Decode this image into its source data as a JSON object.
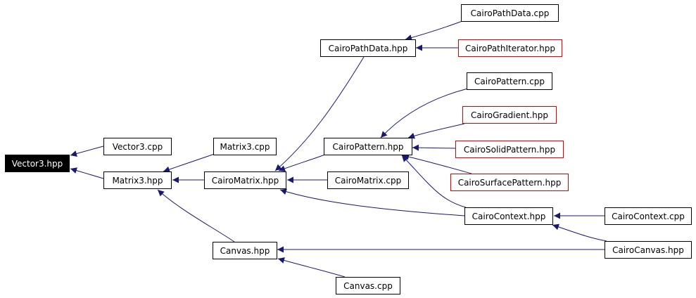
{
  "colors": {
    "edge": "#191970",
    "linked_border": "#000000",
    "unlinked_border": "#e00000",
    "root_fill": "#000000",
    "root_text": "#ffffff"
  },
  "nodes": {
    "vector3_hpp": "Vector3.hpp",
    "vector3_cpp": "Vector3.cpp",
    "matrix3_hpp": "Matrix3.hpp",
    "matrix3_cpp": "Matrix3.cpp",
    "cairomatrix_hpp": "CairoMatrix.hpp",
    "cairomatrix_cpp": "CairoMatrix.cpp",
    "canvas_hpp": "Canvas.hpp",
    "canvas_cpp": "Canvas.cpp",
    "cairopathdata_hpp": "CairoPathData.hpp",
    "cairopathdata_cpp": "CairoPathData.cpp",
    "cairopathiterator_hpp": "CairoPathIterator.hpp",
    "cairopattern_hpp": "CairoPattern.hpp",
    "cairopattern_cpp": "CairoPattern.cpp",
    "cairogradient_hpp": "CairoGradient.hpp",
    "cairosolidpattern_hpp": "CairoSolidPattern.hpp",
    "cairosurfacepattern_hpp": "CairoSurfacePattern.hpp",
    "cairocontext_hpp": "CairoContext.hpp",
    "cairocontext_cpp": "CairoContext.cpp",
    "cairocanvas_hpp": "CairoCanvas.hpp"
  }
}
